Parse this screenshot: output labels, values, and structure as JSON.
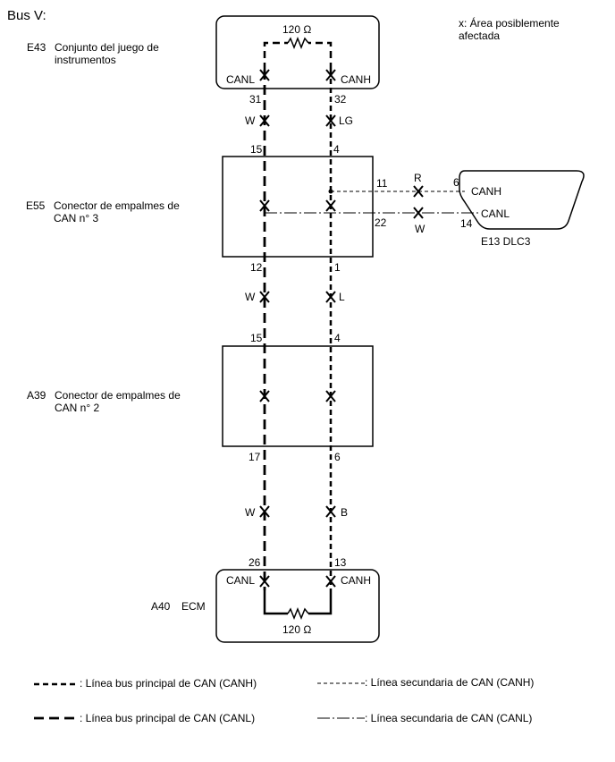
{
  "title": "Bus V:",
  "note": "x: Área posiblemente afectada",
  "resistor_value": "120 Ω",
  "components": {
    "e43": {
      "code": "E43",
      "name": "Conjunto del juego de instrumentos",
      "canl": "CANL",
      "canh": "CANH",
      "pin_l": "31",
      "pin_h": "32"
    },
    "e55": {
      "code": "E55",
      "name": "Conector de empalmes de CAN n° 3",
      "pin_top_l": "15",
      "pin_top_h": "4",
      "pin_bot_l": "12",
      "pin_bot_h": "1",
      "pin_canh": "11",
      "pin_canl": "22"
    },
    "a39": {
      "code": "A39",
      "name": "Conector de empalmes de CAN n° 2",
      "pin_top_l": "15",
      "pin_top_h": "4",
      "pin_bot_l": "17",
      "pin_bot_h": "6"
    },
    "a40": {
      "code": "A40",
      "name": "ECM",
      "canl": "CANL",
      "canh": "CANH",
      "pin_l": "26",
      "pin_h": "13"
    },
    "e13": {
      "label": "E13 DLC3",
      "canh": "CANH",
      "canl": "CANL",
      "pin_h": "6",
      "pin_l": "14"
    }
  },
  "wires": {
    "e43_e55": {
      "l": "W",
      "h": "LG"
    },
    "e55_a39": {
      "l": "W",
      "h": "L"
    },
    "a39_a40": {
      "l": "W",
      "h": "B"
    },
    "dlc_h": "R",
    "dlc_l": "W"
  },
  "legend": [
    {
      "style": "main-canh",
      "label": ": Línea bus principal de CAN (CANH)"
    },
    {
      "style": "main-canl",
      "label": ": Línea bus principal de CAN (CANL)"
    },
    {
      "style": "sub-canh",
      "label": ": Línea secundaria de CAN (CANH)"
    },
    {
      "style": "sub-canl",
      "label": ": Línea secundaria de CAN (CANL)"
    }
  ]
}
